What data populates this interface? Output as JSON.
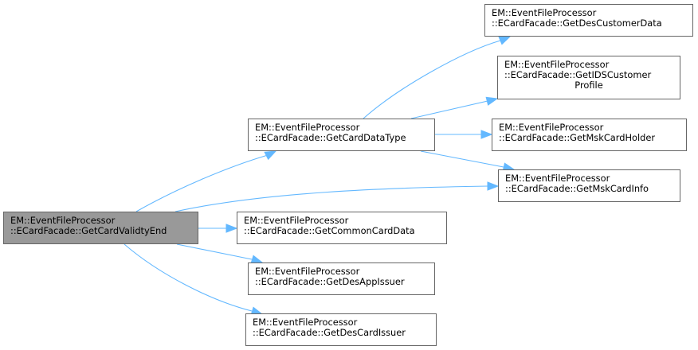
{
  "diagram": {
    "type": "call-graph",
    "colors": {
      "edge": "#63b8ff",
      "root_fill": "#999999",
      "node_fill": "#ffffff",
      "node_border": "#666666"
    },
    "nodes": [
      {
        "id": "root",
        "lines": [
          "EM::EventFileProcessor",
          "::ECardFacade::GetCardValidtyEnd"
        ],
        "root": true
      },
      {
        "id": "getCardDataType",
        "lines": [
          "EM::EventFileProcessor",
          "::ECardFacade::GetCardDataType"
        ]
      },
      {
        "id": "getDesCustomerData",
        "lines": [
          "EM::EventFileProcessor",
          "::ECardFacade::GetDesCustomerData"
        ]
      },
      {
        "id": "getIDSCustomerProfile",
        "lines": [
          "EM::EventFileProcessor",
          "::ECardFacade::GetIDSCustomer",
          "Profile"
        ]
      },
      {
        "id": "getMskCardHolder",
        "lines": [
          "EM::EventFileProcessor",
          "::ECardFacade::GetMskCardHolder"
        ]
      },
      {
        "id": "getMskCardInfo",
        "lines": [
          "EM::EventFileProcessor",
          "::ECardFacade::GetMskCardInfo"
        ]
      },
      {
        "id": "getCommonCardData",
        "lines": [
          "EM::EventFileProcessor",
          "::ECardFacade::GetCommonCardData"
        ]
      },
      {
        "id": "getDesAppIssuer",
        "lines": [
          "EM::EventFileProcessor",
          "::ECardFacade::GetDesAppIssuer"
        ]
      },
      {
        "id": "getDesCardIssuer",
        "lines": [
          "EM::EventFileProcessor",
          "::ECardFacade::GetDesCardIssuer"
        ]
      }
    ],
    "edges": [
      {
        "from": "root",
        "to": "getCardDataType"
      },
      {
        "from": "root",
        "to": "getMskCardInfo"
      },
      {
        "from": "root",
        "to": "getCommonCardData"
      },
      {
        "from": "root",
        "to": "getDesAppIssuer"
      },
      {
        "from": "root",
        "to": "getDesCardIssuer"
      },
      {
        "from": "getCardDataType",
        "to": "getDesCustomerData"
      },
      {
        "from": "getCardDataType",
        "to": "getIDSCustomerProfile"
      },
      {
        "from": "getCardDataType",
        "to": "getMskCardHolder"
      },
      {
        "from": "getCardDataType",
        "to": "getMskCardInfo"
      }
    ]
  }
}
